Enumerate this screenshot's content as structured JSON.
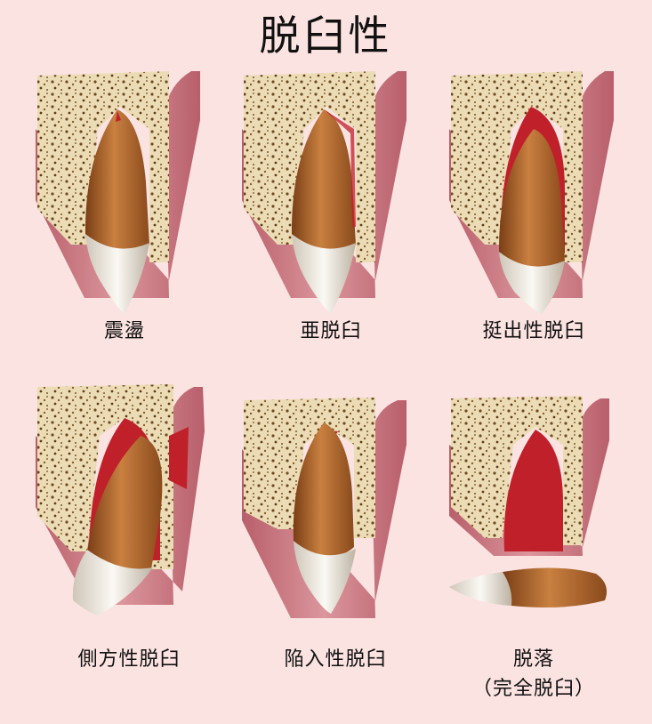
{
  "title": "脱臼性",
  "panels": [
    {
      "label": "震盪"
    },
    {
      "label": "亜脱臼"
    },
    {
      "label": "挺出性脱臼"
    },
    {
      "label": "側方性脱臼"
    },
    {
      "label": "陥入性脱臼"
    },
    {
      "label": "脱落",
      "sublabel": "（完全脱臼）"
    }
  ],
  "colors": {
    "background": "#fbe3e1",
    "bone": "#ecdcb6",
    "gum": "#c7737d",
    "blood": "#c0202a",
    "tooth_root": "#b86d30",
    "crown": "#f3efe6"
  }
}
